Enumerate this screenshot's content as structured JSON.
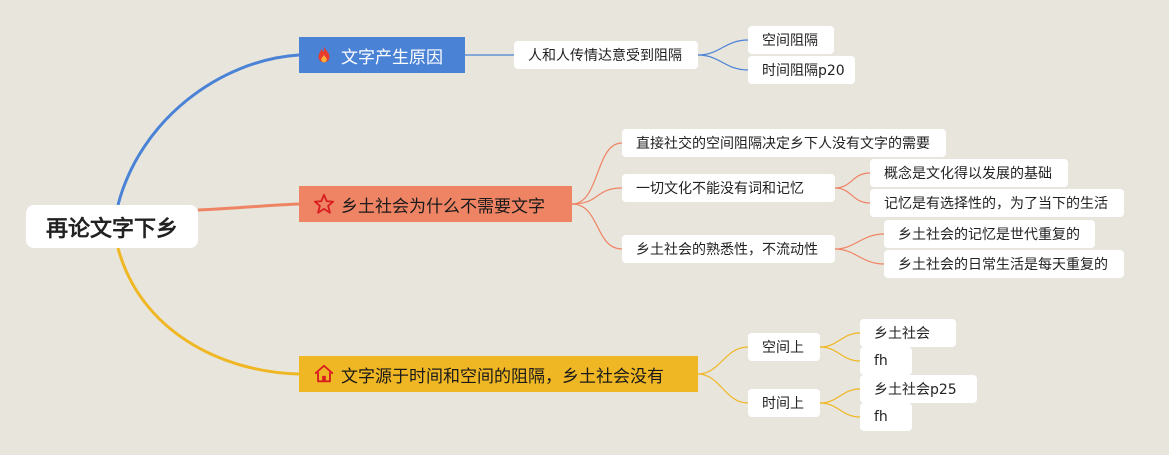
{
  "root": {
    "label": "再论文字下乡"
  },
  "branches": [
    {
      "label": "文字产生原因",
      "icon": "fire-icon",
      "color": "#4a82d6",
      "children": [
        {
          "label": "人和人传情达意受到阻隔",
          "children": [
            {
              "label": "空间阻隔"
            },
            {
              "label": "时间阻隔p20"
            }
          ]
        }
      ]
    },
    {
      "label": "乡土社会为什么不需要文字",
      "icon": "star-icon",
      "color": "#ef8465",
      "children": [
        {
          "label": "直接社交的空间阻隔决定乡下人没有文字的需要"
        },
        {
          "label": "一切文化不能没有词和记忆",
          "children": [
            {
              "label": "概念是文化得以发展的基础"
            },
            {
              "label": "记忆是有选择性的，为了当下的生活"
            }
          ]
        },
        {
          "label": "乡土社会的熟悉性，不流动性",
          "children": [
            {
              "label": "乡土社会的记忆是世代重复的"
            },
            {
              "label": "乡土社会的日常生活是每天重复的"
            }
          ]
        }
      ]
    },
    {
      "label": "文字源于时间和空间的阻隔，乡土社会没有",
      "icon": "house-icon",
      "color": "#f0b725",
      "children": [
        {
          "label": "空间上",
          "children": [
            {
              "label": "乡土社会"
            },
            {
              "label": "fh"
            }
          ]
        },
        {
          "label": "时间上",
          "children": [
            {
              "label": "乡土社会p25"
            },
            {
              "label": "fh"
            }
          ]
        }
      ]
    }
  ]
}
